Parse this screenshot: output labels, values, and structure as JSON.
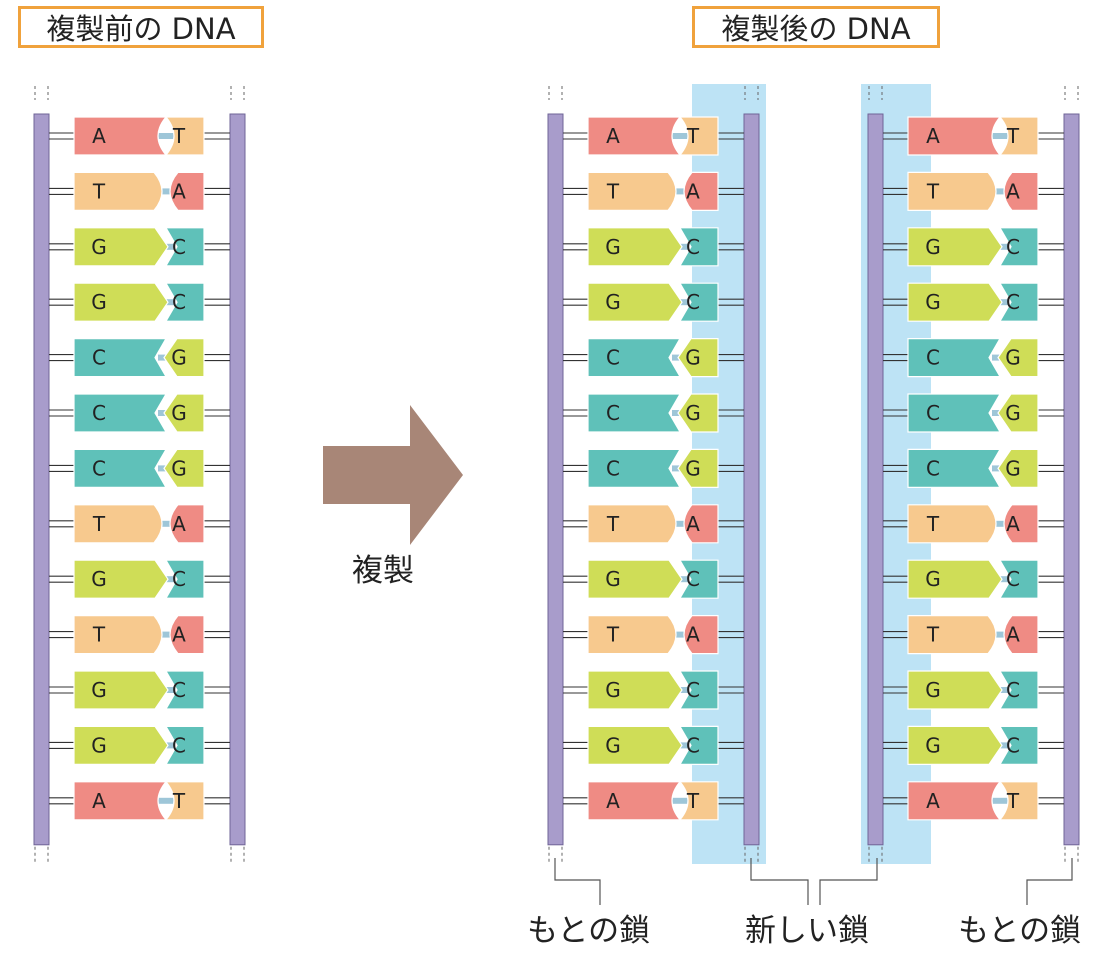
{
  "titles": {
    "before": "複製前の DNA",
    "after": "複製後の DNA"
  },
  "arrow_label": "複製",
  "strand_labels": {
    "left_original": "もとの鎖",
    "new": "新しい鎖",
    "right_original": "もとの鎖"
  },
  "colors": {
    "backbone": "#a89ccb",
    "new_strand_highlight": "#bde3f5",
    "A": "#ef8b84",
    "T": "#f7c98e",
    "G": "#cfdd57",
    "C": "#5fc1b9",
    "arrow": "#a88677",
    "title_border": "#f0a23c"
  },
  "ladders": [
    {
      "name": "before",
      "pairs": [
        [
          "A",
          "T"
        ],
        [
          "T",
          "A"
        ],
        [
          "G",
          "C"
        ],
        [
          "G",
          "C"
        ],
        [
          "C",
          "G"
        ],
        [
          "C",
          "G"
        ],
        [
          "C",
          "G"
        ],
        [
          "T",
          "A"
        ],
        [
          "G",
          "C"
        ],
        [
          "T",
          "A"
        ],
        [
          "G",
          "C"
        ],
        [
          "G",
          "C"
        ],
        [
          "A",
          "T"
        ]
      ]
    },
    {
      "name": "after-left",
      "pairs": [
        [
          "A",
          "T"
        ],
        [
          "T",
          "A"
        ],
        [
          "G",
          "C"
        ],
        [
          "G",
          "C"
        ],
        [
          "C",
          "G"
        ],
        [
          "C",
          "G"
        ],
        [
          "C",
          "G"
        ],
        [
          "T",
          "A"
        ],
        [
          "G",
          "C"
        ],
        [
          "T",
          "A"
        ],
        [
          "G",
          "C"
        ],
        [
          "G",
          "C"
        ],
        [
          "A",
          "T"
        ]
      ]
    },
    {
      "name": "after-right",
      "pairs": [
        [
          "A",
          "T"
        ],
        [
          "T",
          "A"
        ],
        [
          "G",
          "C"
        ],
        [
          "G",
          "C"
        ],
        [
          "C",
          "G"
        ],
        [
          "C",
          "G"
        ],
        [
          "C",
          "G"
        ],
        [
          "T",
          "A"
        ],
        [
          "G",
          "C"
        ],
        [
          "T",
          "A"
        ],
        [
          "G",
          "C"
        ],
        [
          "G",
          "C"
        ],
        [
          "A",
          "T"
        ]
      ]
    }
  ]
}
